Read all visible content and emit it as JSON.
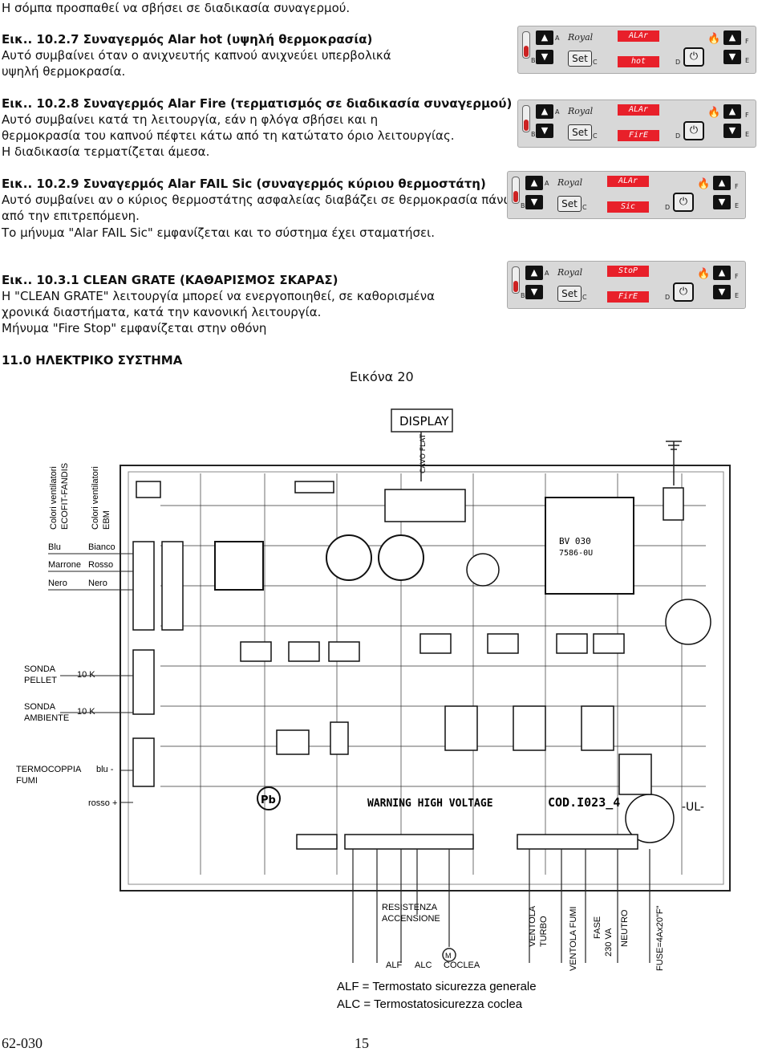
{
  "paragraphs": {
    "p0": "Η σόμπα προσπαθεί να σβήσει σε διαδικασία συναγερμού.",
    "s1_title": "Εικ.. 10.2.7 Συναγερμός Alar hot (υψηλή θερμοκρασία)",
    "s1_l1": "Αυτό συμβαίνει όταν ο ανιχνευτής καπνού ανιχνεύει υπερβολικά",
    "s1_l2": "υψηλή θερμοκρασία.",
    "s2_title": "Εικ.. 10.2.8 Συναγερμός Alar Fire (τερματισμός σε διαδικασία συναγερμού)",
    "s2_l1": "Αυτό συμβαίνει κατά τη λειτουργία, εάν η φλόγα σβήσει και η",
    "s2_l2": "θερμοκρασία του καπνού πέφτει κάτω από τη κατώτατο όριο λειτουργίας.",
    "s2_l3": "Η διαδικασία τερματίζεται άμεσα.",
    "s3_title": "Εικ.. 10.2.9 Συναγερμός Alar FAIL Sic (συναγερμός κύριου θερμοστάτη)",
    "s3_l1": "Αυτό συμβαίνει αν ο κύριος θερμοστάτης ασφαλείας διαβάζει σε θερμοκρασία πάνω",
    "s3_l2": "από την επιτρεπόμενη.",
    "s3_l3": "Το μήνυμα \"Alar FAIL Sic\" εμφανίζεται και το σύστημα έχει σταματήσει.",
    "s4_title": "Εικ.. 10.3.1 CLEAN GRATE (ΚΑΘΑΡΙΣΜΟΣ ΣΚΑΡΑΣ)",
    "s4_l1": "Η \"CLEAN GRATE\" λειτουργία μπορεί να ενεργοποιηθεί, σε καθορισμένα",
    "s4_l2": "χρονικά διαστήματα, κατά την κανονική λειτουργία.",
    "s4_l3": "Μήνυμα \"Fire Stop\" εμφανίζεται στην οθόνη",
    "s5_title": "11.0 ΗΛΕΚΤΡΙΚΟ ΣΥΣΤΗΜΑ",
    "figure_caption": "Εικόνα 20"
  },
  "panels": [
    {
      "top": "ALAr",
      "bottom": "hot",
      "bottom_red": true
    },
    {
      "top": "ALAr",
      "bottom": "FirE",
      "bottom_red": true
    },
    {
      "top": "ALAr",
      "bottom": "Sic",
      "bottom_red": true
    },
    {
      "top": "StoP",
      "bottom": "FirE",
      "bottom_red": true
    }
  ],
  "panel_labels": {
    "royal": "Royal",
    "set": "Set",
    "a": "A",
    "b": "B",
    "c": "C",
    "d": "D",
    "e": "E",
    "f": "F",
    "power": "⏻",
    "up": "▲",
    "down": "▼"
  },
  "schematic": {
    "display": "DISPLAY",
    "cavo_flat": "CAVO FLAT",
    "colori_ecofit_1": "Colori ventilatori",
    "colori_ecofit_2": "ECOFIT-FANDIS",
    "colori_ebm_1": "Colori ventilatori",
    "colori_ebm_2": "EBM",
    "blu": "Blu",
    "bianco": "Bianco",
    "marrone": "Marrone",
    "rosso": "Rosso",
    "nero1": "Nero",
    "nero2": "Nero",
    "sonda_pellet_1": "SONDA",
    "sonda_pellet_2": "PELLET",
    "r10k_1": "10 K",
    "sonda_amb_1": "SONDA",
    "sonda_amb_2": "AMBIENTE",
    "r10k_2": "10 K",
    "termocoppia_1": "TERMOCOPPIA",
    "termocoppia_2": "FUMI",
    "blu_minus": "blu -",
    "rosso_plus": "rosso +",
    "warning": "WARNING HIGH VOLTAGE",
    "cod": "COD.I023_4",
    "ul": "-UL-",
    "bv": "BV 030",
    "bv2": "7586-0U",
    "resistenza_1": "RESISTENZA",
    "resistenza_2": "ACCENSIONE",
    "ventola_turbo_1": "VENTOLA",
    "ventola_turbo_2": "TURBO",
    "ventola_fumi": "VENTOLA FUMI",
    "fase_1": "FASE",
    "fase_2": "230 VA",
    "neutro": "NEUTRO",
    "fuse": "FUSE=4Ax20\"F\"",
    "alf": "ALF",
    "alc": "ALC",
    "coclea": "COCLEA",
    "m": "M",
    "legend_alf": "ALF = Termostato sicurezza generale",
    "legend_alc": "ALC = Termostatosicurezza coclea"
  },
  "footer": {
    "left": "62-030",
    "page": "15"
  }
}
